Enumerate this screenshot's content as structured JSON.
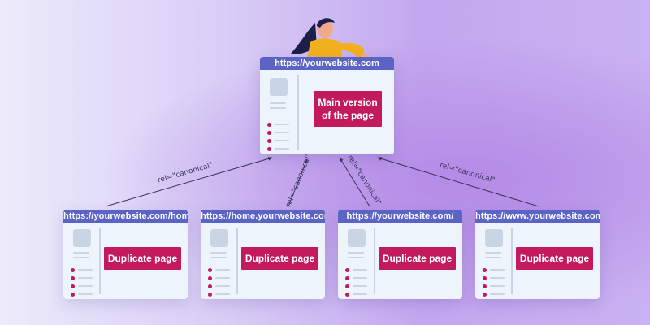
{
  "main_page": {
    "url": "https://yourwebsite.com",
    "label": "Main version\nof the page"
  },
  "duplicates": [
    {
      "url": "https://yourwebsite.com/home",
      "label": "Duplicate page"
    },
    {
      "url": "https://home.yourwebsite.com",
      "label": "Duplicate page"
    },
    {
      "url": "https://yourwebsite.com/",
      "label": "Duplicate page"
    },
    {
      "url": "https://www.yourwebsite.com",
      "label": "Duplicate page"
    }
  ],
  "connector_labels": [
    "rel=\"canonical\"",
    "rel=\"canonical\"",
    "rel=\"canonical\"",
    "rel=\"canonical\""
  ],
  "colors": {
    "header": "#5b63c4",
    "label_box": "#c31a5e",
    "card_bg": "#eef4fc"
  }
}
